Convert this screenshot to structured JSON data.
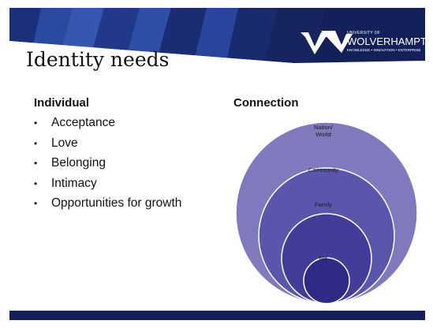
{
  "slide": {
    "title": "Identity needs",
    "logo": {
      "line1": "UNIVERSITY OF",
      "line2": "WOLVERHAMPTON",
      "line3": "KNOWLEDGE • INNOVATION • ENTERPRISE"
    },
    "left": {
      "heading": "Individual",
      "items": [
        "Acceptance",
        "Love",
        "Belonging",
        "Intimacy",
        "Opportunities for growth"
      ]
    },
    "right": {
      "heading": "Connection",
      "circles": [
        "Nation/",
        "World",
        "Community",
        "Family",
        "Me"
      ]
    }
  },
  "colors": {
    "header_dark": "#13205a",
    "header_blue": "#2a4aa0",
    "circle_outer": "#8079bd",
    "circle_community": "#5a56ab",
    "circle_family": "#433d99",
    "circle_me": "#2f2a86"
  }
}
